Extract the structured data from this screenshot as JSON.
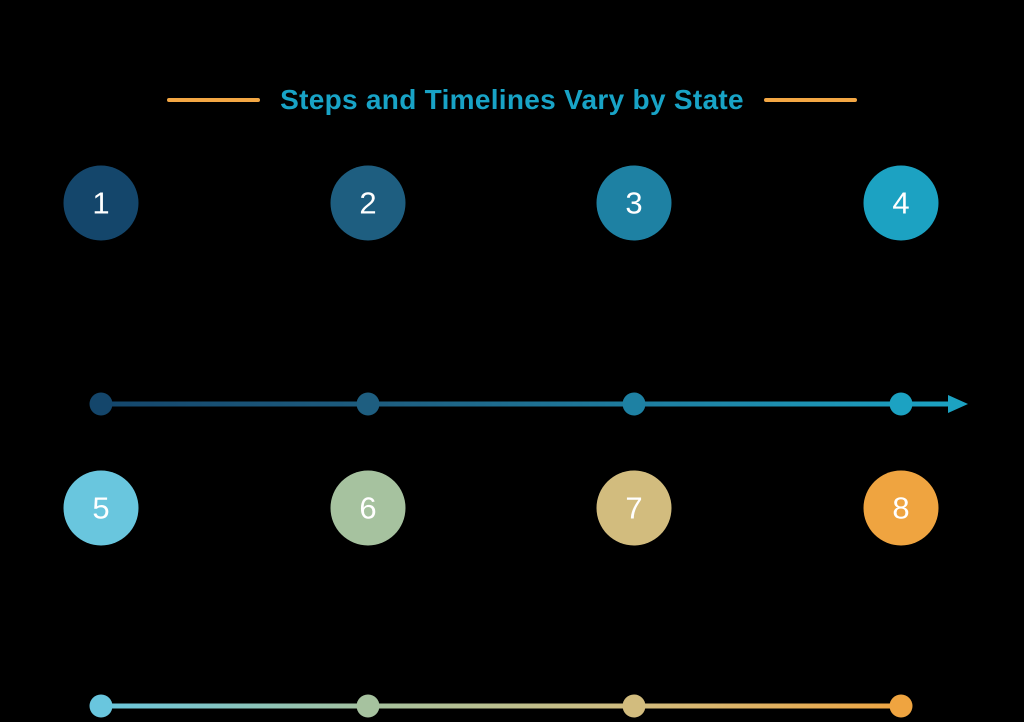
{
  "background_color": "#000000",
  "title": {
    "text": "Steps and Timelines Vary by State",
    "color": "#18A3C6",
    "dash_color": "#F3A744"
  },
  "rows": [
    {
      "steps": [
        {
          "number": "1",
          "color": "#14466B"
        },
        {
          "number": "2",
          "color": "#1E5E80"
        },
        {
          "number": "3",
          "color": "#1E81A3"
        },
        {
          "number": "4",
          "color": "#1CA2C2"
        }
      ],
      "timeline": {
        "gradient": [
          "#14466B",
          "#1E5E80",
          "#1E81A3",
          "#1CA2C2"
        ],
        "arrow_color": "#1CA2C2",
        "dot_colors": [
          "#14466B",
          "#1E5E80",
          "#1E81A3",
          "#1CA2C2"
        ]
      }
    },
    {
      "steps": [
        {
          "number": "5",
          "color": "#69C6DE"
        },
        {
          "number": "6",
          "color": "#A6C29F"
        },
        {
          "number": "7",
          "color": "#D2BC7E"
        },
        {
          "number": "8",
          "color": "#EFA440"
        }
      ],
      "timeline": {
        "gradient": [
          "#69C6DE",
          "#A6C29F",
          "#D2BC7E",
          "#EFA440"
        ],
        "dot_colors": [
          "#69C6DE",
          "#A6C29F",
          "#D2BC7E",
          "#EFA440"
        ]
      }
    }
  ]
}
